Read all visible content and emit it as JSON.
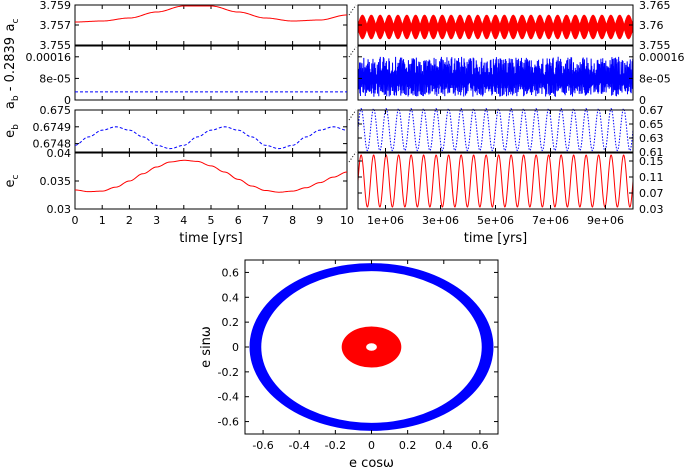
{
  "chart_data": [
    {
      "type": "line",
      "panel": "left-1",
      "ylabel": "a",
      "ylabel_sub": "c",
      "xlim": [
        0,
        10
      ],
      "ylim": [
        3.755,
        3.759
      ],
      "yticks": [
        3.755,
        3.757,
        3.759
      ],
      "ytick_labels": [
        "3.755",
        "3.757",
        "3.759"
      ],
      "series": [
        {
          "color": "#ff0000",
          "style": "solid",
          "x": [
            0,
            1,
            2,
            3,
            4,
            5,
            6,
            7,
            8,
            9,
            10
          ],
          "y": [
            3.7573,
            3.7574,
            3.7577,
            3.7583,
            3.7589,
            3.7589,
            3.7583,
            3.7577,
            3.7574,
            3.7575,
            3.758
          ]
        }
      ]
    },
    {
      "type": "line",
      "panel": "left-2",
      "ylabel": "a",
      "ylabel_sub": "b",
      "ylabel_suffix": " - 0.2839",
      "xlim": [
        0,
        10
      ],
      "ylim": [
        0,
        0.0002
      ],
      "yticks": [
        0,
        8e-05,
        0.00016
      ],
      "ytick_labels": [
        "0",
        "8e-05",
        "0.00016"
      ],
      "series": [
        {
          "color": "#0000ff",
          "style": "dashed",
          "x": [
            0,
            2,
            4,
            6,
            8,
            10
          ],
          "y": [
            3e-05,
            3e-05,
            3e-05,
            3e-05,
            3e-05,
            3e-05
          ]
        }
      ]
    },
    {
      "type": "line",
      "panel": "left-3",
      "ylabel": "e",
      "ylabel_sub": "b",
      "xlim": [
        0,
        10
      ],
      "ylim": [
        0.67475,
        0.675
      ],
      "yticks": [
        0.6748,
        0.6749,
        0.675
      ],
      "ytick_labels": [
        "0.6748",
        "0.6749",
        "0.675"
      ],
      "series": [
        {
          "color": "#0000ff",
          "style": "dashed",
          "x": [
            0,
            0.5,
            1,
            1.5,
            2,
            2.5,
            3,
            3.5,
            4,
            4.5,
            5,
            5.5,
            6,
            6.5,
            7,
            7.5,
            8,
            8.5,
            9,
            9.5,
            10
          ],
          "y": [
            0.67479,
            0.67484,
            0.67488,
            0.6749,
            0.67488,
            0.67484,
            0.67479,
            0.67477,
            0.67479,
            0.67484,
            0.67488,
            0.6749,
            0.67488,
            0.67484,
            0.67479,
            0.67477,
            0.67479,
            0.67484,
            0.67488,
            0.6749,
            0.67488
          ]
        }
      ]
    },
    {
      "type": "line",
      "panel": "left-4",
      "ylabel": "e",
      "ylabel_sub": "c",
      "xlim": [
        0,
        10
      ],
      "ylim": [
        0.03,
        0.04
      ],
      "yticks": [
        0.03,
        0.035,
        0.04
      ],
      "ytick_labels": [
        "0.03",
        "0.035",
        "0.04"
      ],
      "xticks": [
        0,
        1,
        2,
        3,
        4,
        5,
        6,
        7,
        8,
        9,
        10
      ],
      "xtick_labels": [
        "0",
        "1",
        "2",
        "3",
        "4",
        "5",
        "6",
        "7",
        "8",
        "9",
        "10"
      ],
      "xlabel": "time [yrs]",
      "series": [
        {
          "color": "#ff0000",
          "style": "solid",
          "x": [
            0,
            0.5,
            1,
            1.5,
            2,
            2.5,
            3,
            3.5,
            4,
            4.5,
            5,
            5.5,
            6,
            6.5,
            7,
            7.5,
            8,
            8.5,
            9,
            9.5,
            10
          ],
          "y": [
            0.0334,
            0.0331,
            0.0332,
            0.0339,
            0.035,
            0.0363,
            0.0375,
            0.0384,
            0.0387,
            0.0385,
            0.0377,
            0.0366,
            0.0353,
            0.0341,
            0.0333,
            0.033,
            0.0332,
            0.0338,
            0.0347,
            0.0357,
            0.0366
          ]
        }
      ]
    },
    {
      "type": "line",
      "panel": "right-1",
      "xlim": [
        0,
        10000000
      ],
      "ylim": [
        3.755,
        3.765
      ],
      "yticks": [
        3.755,
        3.76,
        3.765
      ],
      "ytick_labels": [
        "3.755",
        "3.76",
        "3.765"
      ],
      "envelope": {
        "color": "#ff0000",
        "oscillations": 31,
        "low": 3.7565,
        "high": 3.7625,
        "min_band": 0.0012
      }
    },
    {
      "type": "line",
      "panel": "right-2",
      "xlim": [
        0,
        10000000
      ],
      "ylim": [
        0,
        0.0002
      ],
      "yticks": [
        0,
        8e-05,
        0.00016
      ],
      "ytick_labels": [
        "0",
        "8e-05",
        "0.00016"
      ],
      "noise_band": {
        "color": "#0000ff",
        "low": 1.2e-05,
        "high": 0.00016
      }
    },
    {
      "type": "line",
      "panel": "right-3",
      "xlim": [
        0,
        10000000
      ],
      "ylim": [
        0.61,
        0.67
      ],
      "yticks": [
        0.61,
        0.63,
        0.65,
        0.67
      ],
      "ytick_labels": [
        "0.61",
        "0.63",
        "0.65",
        "0.67"
      ],
      "oscillation": {
        "color": "#0000ff",
        "style": "dotted",
        "cycles": 22,
        "low": 0.612,
        "high": 0.672
      }
    },
    {
      "type": "line",
      "panel": "right-4",
      "xlim": [
        0,
        10000000
      ],
      "ylim": [
        0.03,
        0.17
      ],
      "yticks": [
        0.03,
        0.07,
        0.11,
        0.15
      ],
      "ytick_labels": [
        "0.03",
        "0.07",
        "0.11",
        "0.15"
      ],
      "xticks": [
        1000000,
        3000000,
        5000000,
        7000000,
        9000000
      ],
      "xtick_labels": [
        "1e+06",
        "3e+06",
        "5e+06",
        "7e+06",
        "9e+06"
      ],
      "xlabel": "time [yrs]",
      "oscillation": {
        "color": "#ff0000",
        "style": "solid",
        "cycles": 22,
        "low": 0.035,
        "high": 0.165
      }
    },
    {
      "type": "scatter",
      "panel": "bottom",
      "xlabel": "e cosω",
      "ylabel": "e sinω",
      "xlim": [
        -0.7,
        0.7
      ],
      "ylim": [
        -0.7,
        0.7
      ],
      "xticks": [
        -0.6,
        -0.4,
        -0.2,
        0,
        0.2,
        0.4,
        0.6
      ],
      "xtick_labels": [
        "-0.6",
        "-0.4",
        "-0.2",
        "0",
        "0.2",
        "0.4",
        "0.6"
      ],
      "yticks": [
        -0.6,
        -0.4,
        -0.2,
        0,
        0.2,
        0.4,
        0.6
      ],
      "ytick_labels": [
        "-0.6",
        "-0.4",
        "-0.2",
        "0",
        "0.2",
        "0.4",
        "0.6"
      ],
      "rings": [
        {
          "name": "",
          "color": "#0000ff",
          "r_inner": 0.61,
          "r_outer": 0.675
        },
        {
          "name": "",
          "color": "#ff0000",
          "r_inner": 0.03,
          "r_outer": 0.165
        }
      ]
    }
  ]
}
